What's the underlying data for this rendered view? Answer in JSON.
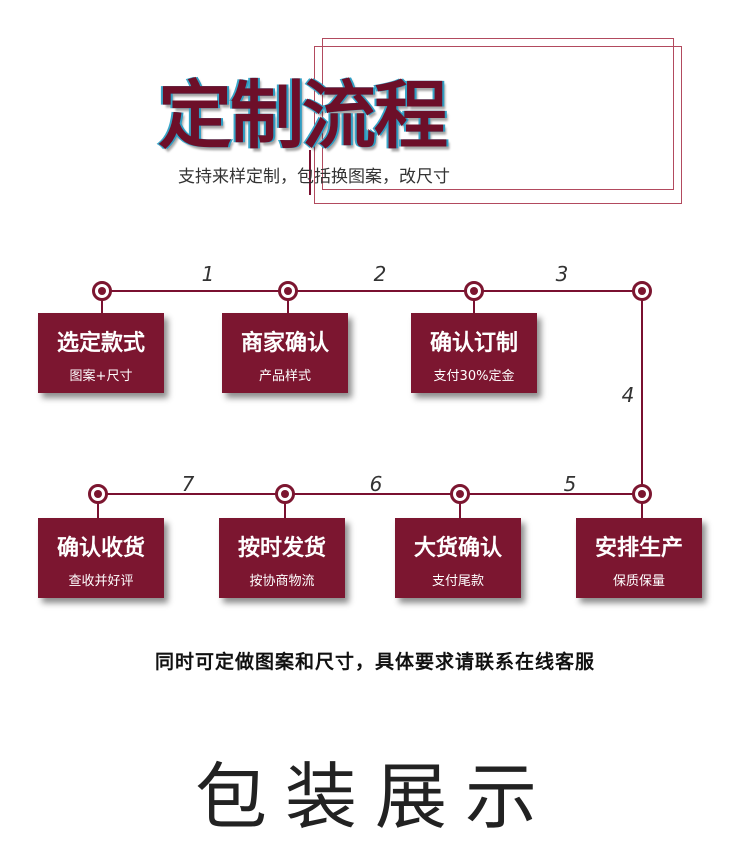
{
  "header": {
    "title": "定制流程",
    "subtitle": "支持来样定制，包括换图案，改尺寸"
  },
  "colors": {
    "accent": "#7c1630",
    "line": "#7a1030"
  },
  "steps": [
    {
      "title": "选定款式",
      "desc": "图案+尺寸"
    },
    {
      "title": "商家确认",
      "desc": "产品样式"
    },
    {
      "title": "确认订制",
      "desc": "支付30%定金"
    },
    {
      "title": "安排生产",
      "desc": "保质保量"
    },
    {
      "title": "大货确认",
      "desc": "支付尾款"
    },
    {
      "title": "按时发货",
      "desc": "按协商物流"
    },
    {
      "title": "确认收货",
      "desc": "查收并好评"
    }
  ],
  "step_numbers": [
    "1",
    "2",
    "3",
    "4",
    "5",
    "6",
    "7"
  ],
  "note": "同时可定做图案和尺寸，具体要求请联系在线客服",
  "section_title": "包装展示"
}
